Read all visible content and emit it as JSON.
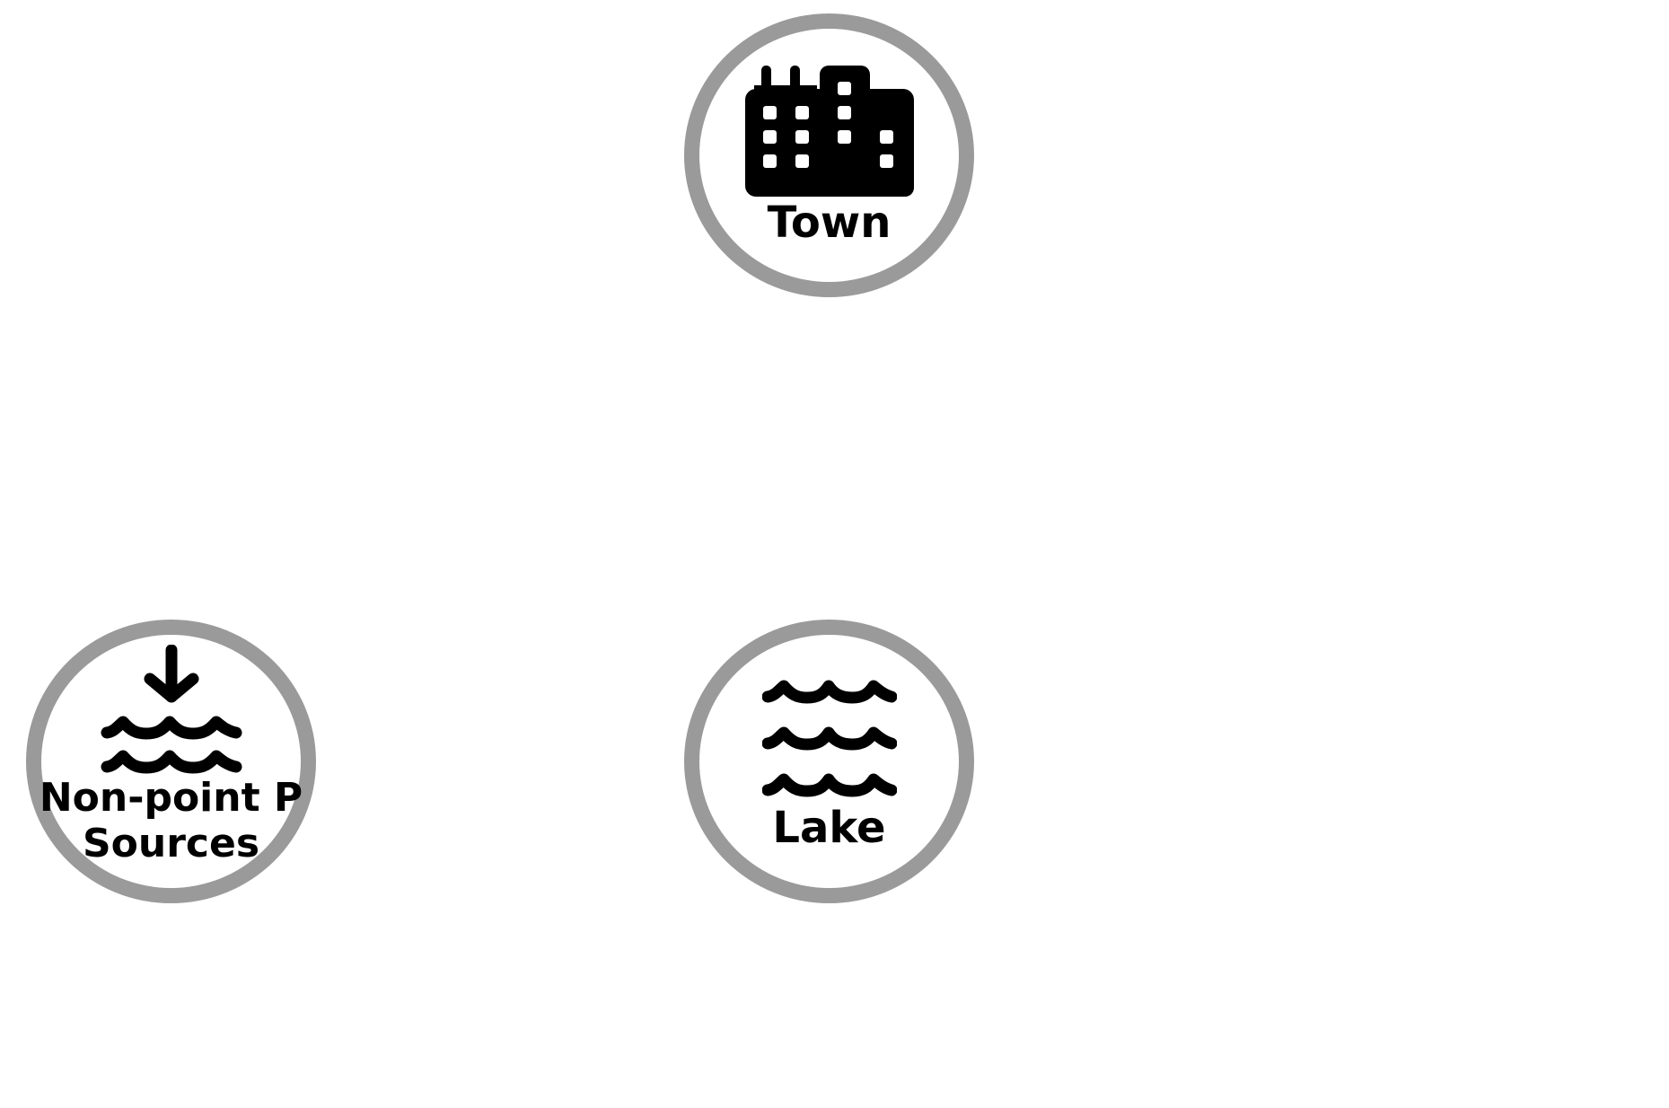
{
  "nodes": {
    "town": {
      "label": "Town",
      "icon": "building-icon"
    },
    "lake": {
      "label": "Lake",
      "icon": "water-waves-icon"
    },
    "nonpoint": {
      "label_line1": "Non-point P",
      "label_line2": "Sources",
      "icon": "water-inflow-icon"
    }
  },
  "colors": {
    "node_border": "#9a9a9a",
    "icon": "#000000",
    "background": "#ffffff"
  }
}
